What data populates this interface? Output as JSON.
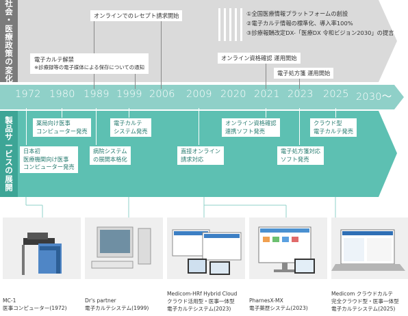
{
  "sections": {
    "policy": [
      "社",
      "会",
      "・",
      "医",
      "療",
      "政",
      "策",
      "の",
      "変",
      "化"
    ],
    "product": [
      "製",
      "品",
      "サ",
      "ー",
      "ビ",
      "ス",
      "の",
      "展",
      "開"
    ]
  },
  "timeline": {
    "years": [
      "1972",
      "1980",
      "1989",
      "1999",
      "2006",
      "2009",
      "2020",
      "2021",
      "2023",
      "2025",
      "2030〜"
    ]
  },
  "policy_events": {
    "online_receipt": "オンラインでのレセプト請求開始",
    "ehr_ban_title": "電子カルテ解禁",
    "ehr_ban_note": "※診療録等の電子媒体による保存についての通知",
    "online_qualification": "オンライン資格確認 運用開始",
    "e_prescription": "電子処方箋 運用開始",
    "dx_1": "①全国医療情報プラットフォームの創設",
    "dx_2": "②電子カルテ情報の標準化、導入率100%",
    "dx_3": "③診療報酬改定DX-「医療DX 令和ビジョン2030」の提言"
  },
  "product_events": {
    "pharmacy_1": "薬局向け医事",
    "pharmacy_2": "コンピューター発売",
    "first_1": "日本初",
    "first_2": "医療機関向け医事",
    "first_3": "コンピューター発売",
    "ehr_system_1": "電子カルテ",
    "ehr_system_2": "システム発売",
    "hospital_1": "病院システム",
    "hospital_2": "の展開本格化",
    "direct_online_1": "直接オンライン",
    "direct_online_2": "請求対応",
    "qual_soft_1": "オンライン資格確認",
    "qual_soft_2": "連携ソフト発売",
    "eprescription_soft_1": "電子処方箋対応",
    "eprescription_soft_2": "ソフト発売",
    "cloud_ehr_1": "クラウド型",
    "cloud_ehr_2": "電子カルテ発売"
  },
  "products": [
    {
      "name": "MC-1",
      "desc": "医事コンピューター(1972)"
    },
    {
      "name": "Dr's partner",
      "desc": "電子カルテシステム(1999)"
    },
    {
      "name": "Medicom-HRf Hybrid Cloud",
      "desc": "クラウド活用型・医事一体型",
      "desc2": "電子カルテシステム(2023)"
    },
    {
      "name": "PharnesX-MX",
      "desc": "電子薬歴システム(2023)"
    },
    {
      "name": "Medicom クラウドカルテ",
      "desc": "完全クラウド型・医事一体型",
      "desc2": "電子カルテシステム(2025)"
    }
  ],
  "colors": {
    "policy_band": "#dadada",
    "policy_label": "#7b7b7b",
    "timeline": "#8fd0c8",
    "product_band": "#5dc0b2",
    "product_label": "#3da596"
  }
}
